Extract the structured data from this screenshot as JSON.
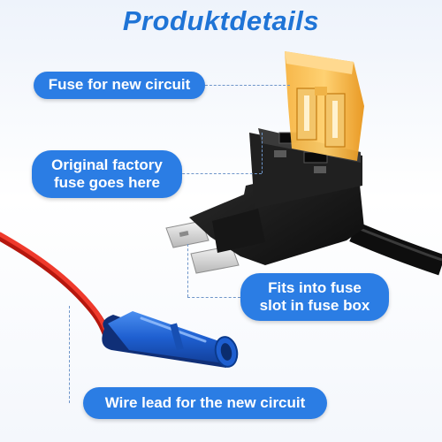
{
  "title": "Produktdetails",
  "labels": {
    "new_fuse": "Fuse for new circuit",
    "factory_fuse": "Original factory\nfuse goes here",
    "fits": "Fits into fuse\nslot in fuse box",
    "wire": "Wire lead for the new circuit"
  },
  "colors": {
    "accent": "#2b7de4",
    "title": "#1f74d6",
    "fuse": "#f5a623",
    "holder": "#1a1a1a",
    "wire": "#e62b1e",
    "connector": "#1e5fd0"
  },
  "icons": [
    "fuse-icon",
    "fuse-tap-holder-icon",
    "blade-terminal-icon",
    "red-wire-icon",
    "butt-connector-icon"
  ]
}
